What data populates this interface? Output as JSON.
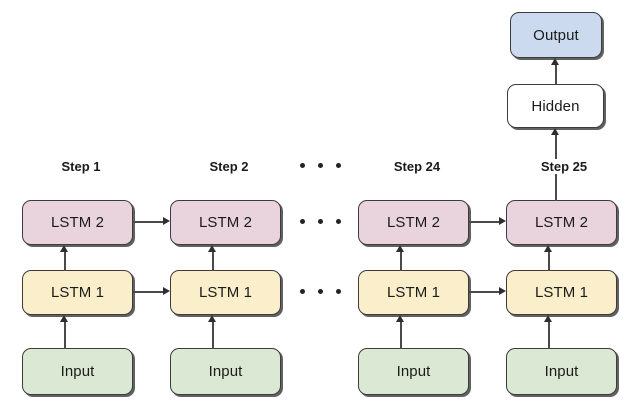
{
  "diagram": {
    "title_text": "",
    "colors": {
      "lstm2_fill": "#e9d4de",
      "lstm1_fill": "#fbeecb",
      "input_fill": "#dbe9d4",
      "output_fill": "#ccdaf0",
      "hidden_fill": "#ffffff",
      "border": "#3c3c3c",
      "arrow": "#4a4a4a"
    },
    "top_stack": {
      "output_label": "Output",
      "hidden_label": "Hidden"
    },
    "steps": [
      {
        "step_label": "Step 1",
        "lstm2_label": "LSTM 2",
        "lstm1_label": "LSTM 1",
        "input_label": "Input"
      },
      {
        "step_label": "Step 2",
        "lstm2_label": "LSTM 2",
        "lstm1_label": "LSTM 1",
        "input_label": "Input"
      },
      {
        "step_label": "Step 24",
        "lstm2_label": "LSTM 2",
        "lstm1_label": "LSTM 1",
        "input_label": "Input"
      },
      {
        "step_label": "Step 25",
        "lstm2_label": "LSTM 2",
        "lstm1_label": "LSTM 1",
        "input_label": "Input"
      }
    ],
    "ellipsis": {
      "dot_count": 3,
      "rows": [
        "step-row",
        "lstm2-row",
        "lstm1-row"
      ]
    }
  }
}
